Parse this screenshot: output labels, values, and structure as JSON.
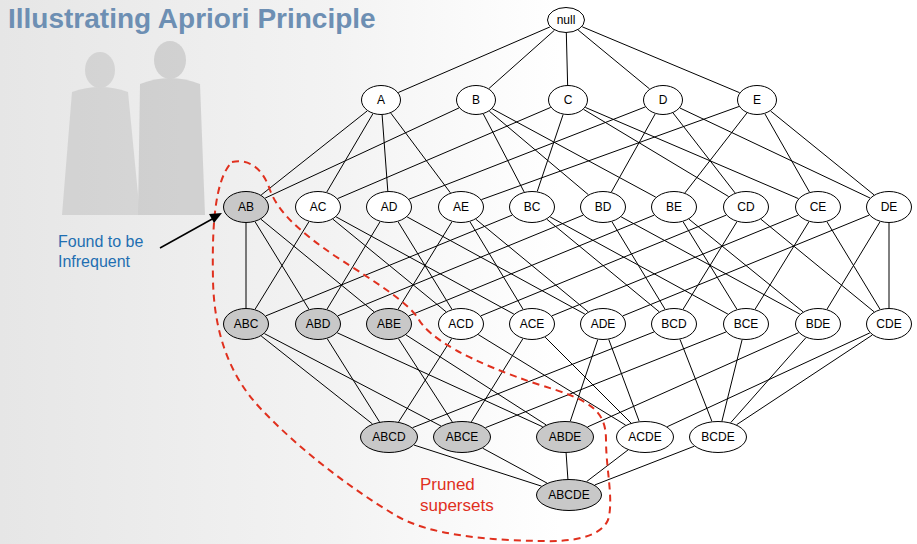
{
  "diagram": {
    "title": "Illustrating Apriori Principle",
    "nodes": [
      {
        "text": [
          "null"
        ]
      },
      {
        "text": [
          "A"
        ]
      },
      {
        "text": [
          "B"
        ]
      },
      {
        "text": [
          "C"
        ]
      },
      {
        "text": [
          "D"
        ]
      },
      {
        "text": [
          "E"
        ]
      },
      {
        "text": [
          "AB"
        ]
      },
      {
        "text": [
          "AC"
        ]
      },
      {
        "text": [
          "AD"
        ]
      },
      {
        "text": [
          "AE"
        ]
      },
      {
        "text": [
          "BC"
        ]
      },
      {
        "text": [
          "BD"
        ]
      },
      {
        "text": [
          "BE"
        ]
      },
      {
        "text": [
          "CD"
        ]
      },
      {
        "text": [
          "CE"
        ]
      },
      {
        "text": [
          "DE"
        ]
      },
      {
        "text": [
          "ABC"
        ]
      },
      {
        "text": [
          "ABD"
        ]
      },
      {
        "text": [
          "ABE"
        ]
      },
      {
        "text": [
          "ACD"
        ]
      },
      {
        "text": [
          "ACE"
        ]
      },
      {
        "text": [
          "ADE"
        ]
      },
      {
        "text": [
          "BCD"
        ]
      },
      {
        "text": [
          "BCE"
        ]
      },
      {
        "text": [
          "BDE"
        ]
      },
      {
        "text": [
          "CDE"
        ]
      },
      {
        "text": [
          "ABCD"
        ]
      },
      {
        "text": [
          "ABCE"
        ]
      },
      {
        "text": [
          "ABDE"
        ]
      },
      {
        "text": [
          "ACDE"
        ]
      },
      {
        "text": [
          "BCDE"
        ]
      },
      {
        "text": [
          "ABCDE"
        ]
      }
    ],
    "edges": [
      {
        "from": 0,
        "to": 1,
        "arrow": "none"
      },
      {
        "from": 0,
        "to": 2,
        "arrow": "none"
      },
      {
        "from": 0,
        "to": 3,
        "arrow": "none"
      },
      {
        "from": 0,
        "to": 4,
        "arrow": "none"
      },
      {
        "from": 0,
        "to": 5,
        "arrow": "none"
      },
      {
        "from": 1,
        "to": 6,
        "arrow": "none"
      },
      {
        "from": 1,
        "to": 7,
        "arrow": "none"
      },
      {
        "from": 1,
        "to": 8,
        "arrow": "none"
      },
      {
        "from": 1,
        "to": 9,
        "arrow": "none"
      },
      {
        "from": 2,
        "to": 6,
        "arrow": "none"
      },
      {
        "from": 2,
        "to": 10,
        "arrow": "none"
      },
      {
        "from": 2,
        "to": 11,
        "arrow": "none"
      },
      {
        "from": 2,
        "to": 12,
        "arrow": "none"
      },
      {
        "from": 3,
        "to": 7,
        "arrow": "none"
      },
      {
        "from": 3,
        "to": 10,
        "arrow": "none"
      },
      {
        "from": 3,
        "to": 13,
        "arrow": "none"
      },
      {
        "from": 3,
        "to": 14,
        "arrow": "none"
      },
      {
        "from": 4,
        "to": 8,
        "arrow": "none"
      },
      {
        "from": 4,
        "to": 11,
        "arrow": "none"
      },
      {
        "from": 4,
        "to": 13,
        "arrow": "none"
      },
      {
        "from": 4,
        "to": 15,
        "arrow": "none"
      },
      {
        "from": 5,
        "to": 9,
        "arrow": "none"
      },
      {
        "from": 5,
        "to": 12,
        "arrow": "none"
      },
      {
        "from": 5,
        "to": 14,
        "arrow": "none"
      },
      {
        "from": 5,
        "to": 15,
        "arrow": "none"
      },
      {
        "from": 6,
        "to": 16,
        "arrow": "none"
      },
      {
        "from": 6,
        "to": 17,
        "arrow": "none"
      },
      {
        "from": 6,
        "to": 18,
        "arrow": "none"
      },
      {
        "from": 7,
        "to": 16,
        "arrow": "none"
      },
      {
        "from": 7,
        "to": 19,
        "arrow": "none"
      },
      {
        "from": 7,
        "to": 20,
        "arrow": "none"
      },
      {
        "from": 8,
        "to": 17,
        "arrow": "none"
      },
      {
        "from": 8,
        "to": 19,
        "arrow": "none"
      },
      {
        "from": 8,
        "to": 21,
        "arrow": "none"
      },
      {
        "from": 9,
        "to": 18,
        "arrow": "none"
      },
      {
        "from": 9,
        "to": 20,
        "arrow": "none"
      },
      {
        "from": 9,
        "to": 21,
        "arrow": "none"
      },
      {
        "from": 10,
        "to": 16,
        "arrow": "none"
      },
      {
        "from": 10,
        "to": 22,
        "arrow": "none"
      },
      {
        "from": 10,
        "to": 23,
        "arrow": "none"
      },
      {
        "from": 11,
        "to": 17,
        "arrow": "none"
      },
      {
        "from": 11,
        "to": 22,
        "arrow": "none"
      },
      {
        "from": 11,
        "to": 24,
        "arrow": "none"
      },
      {
        "from": 12,
        "to": 18,
        "arrow": "none"
      },
      {
        "from": 12,
        "to": 23,
        "arrow": "none"
      },
      {
        "from": 12,
        "to": 24,
        "arrow": "none"
      },
      {
        "from": 13,
        "to": 19,
        "arrow": "none"
      },
      {
        "from": 13,
        "to": 22,
        "arrow": "none"
      },
      {
        "from": 13,
        "to": 25,
        "arrow": "none"
      },
      {
        "from": 14,
        "to": 20,
        "arrow": "none"
      },
      {
        "from": 14,
        "to": 23,
        "arrow": "none"
      },
      {
        "from": 14,
        "to": 25,
        "arrow": "none"
      },
      {
        "from": 15,
        "to": 21,
        "arrow": "none"
      },
      {
        "from": 15,
        "to": 24,
        "arrow": "none"
      },
      {
        "from": 15,
        "to": 25,
        "arrow": "none"
      },
      {
        "from": 16,
        "to": 26,
        "arrow": "none"
      },
      {
        "from": 16,
        "to": 27,
        "arrow": "none"
      },
      {
        "from": 17,
        "to": 26,
        "arrow": "none"
      },
      {
        "from": 17,
        "to": 28,
        "arrow": "none"
      },
      {
        "from": 18,
        "to": 27,
        "arrow": "none"
      },
      {
        "from": 18,
        "to": 28,
        "arrow": "none"
      },
      {
        "from": 19,
        "to": 26,
        "arrow": "none"
      },
      {
        "from": 19,
        "to": 29,
        "arrow": "none"
      },
      {
        "from": 20,
        "to": 27,
        "arrow": "none"
      },
      {
        "from": 20,
        "to": 29,
        "arrow": "none"
      },
      {
        "from": 21,
        "to": 28,
        "arrow": "none"
      },
      {
        "from": 21,
        "to": 29,
        "arrow": "none"
      },
      {
        "from": 22,
        "to": 26,
        "arrow": "none"
      },
      {
        "from": 22,
        "to": 30,
        "arrow": "none"
      },
      {
        "from": 23,
        "to": 27,
        "arrow": "none"
      },
      {
        "from": 23,
        "to": 30,
        "arrow": "none"
      },
      {
        "from": 24,
        "to": 28,
        "arrow": "none"
      },
      {
        "from": 24,
        "to": 30,
        "arrow": "none"
      },
      {
        "from": 25,
        "to": 29,
        "arrow": "none"
      },
      {
        "from": 25,
        "to": 30,
        "arrow": "none"
      },
      {
        "from": 26,
        "to": 31,
        "arrow": "none"
      },
      {
        "from": 27,
        "to": 31,
        "arrow": "none"
      },
      {
        "from": 28,
        "to": 31,
        "arrow": "none"
      },
      {
        "from": 29,
        "to": 31,
        "arrow": "none"
      },
      {
        "from": 30,
        "to": 31,
        "arrow": "none"
      }
    ],
    "labels": [
      "Found to be Infrequent",
      "Pruned supersets"
    ]
  }
}
